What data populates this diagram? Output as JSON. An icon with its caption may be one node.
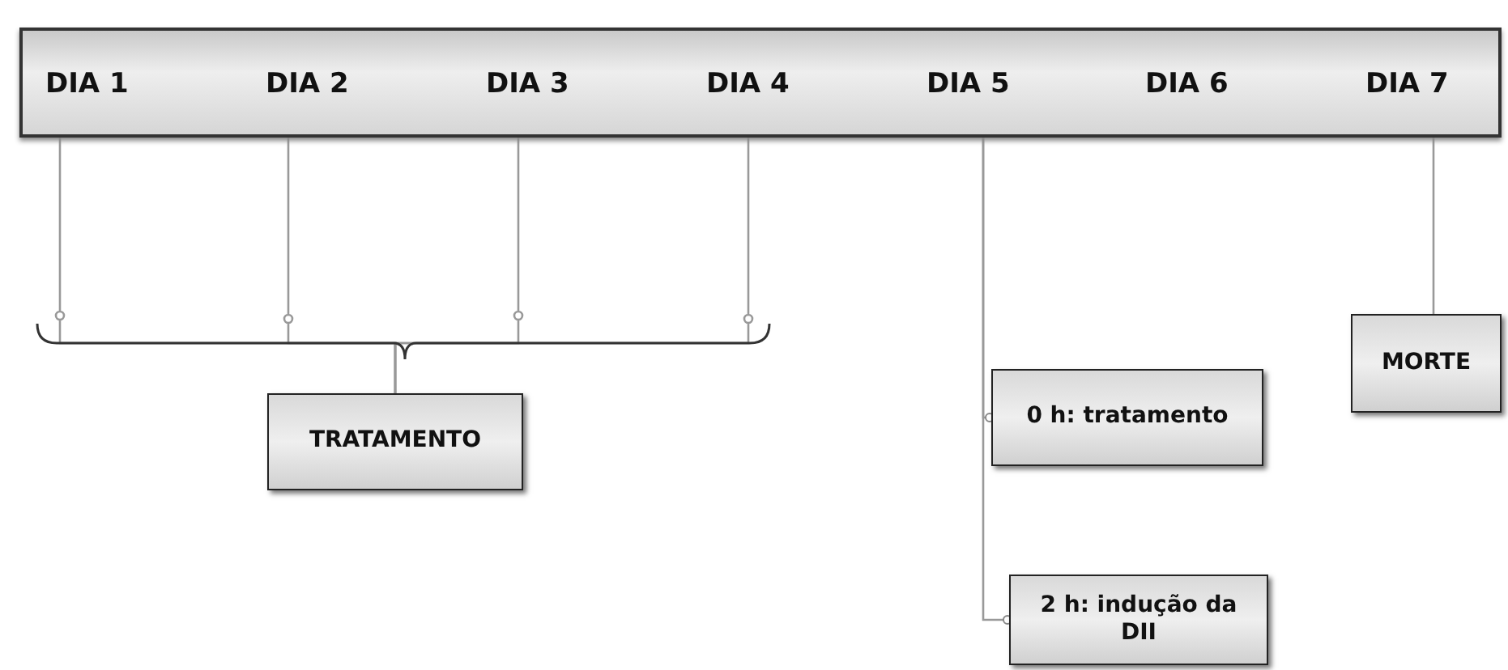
{
  "diagram": {
    "nodes": [
      {
        "text": [],
        "shape": "bar"
      },
      {
        "text": [
          "DIA 1"
        ],
        "in": 0
      },
      {
        "text": [
          "DIA 2"
        ],
        "in": 0
      },
      {
        "text": [
          "DIA 3"
        ],
        "in": 0
      },
      {
        "text": [
          "DIA 4"
        ],
        "in": 0
      },
      {
        "text": [
          "DIA 5"
        ],
        "in": 0
      },
      {
        "text": [
          "DIA 6"
        ],
        "in": 0
      },
      {
        "text": [
          "DIA 7"
        ],
        "in": 0
      },
      {
        "text": [
          "TRATAMENTO"
        ]
      },
      {
        "text": [
          "MORTE"
        ]
      },
      {
        "text": [
          "0 h: tratamento"
        ]
      },
      {
        "text": [
          "2 h: indução da DII"
        ]
      }
    ],
    "edges": [
      {
        "from": 1,
        "to": 8,
        "arrow": "none"
      },
      {
        "from": 2,
        "to": 8,
        "arrow": "none"
      },
      {
        "from": 3,
        "to": 8,
        "arrow": "none"
      },
      {
        "from": 4,
        "to": 8,
        "arrow": "none"
      },
      {
        "from": 5,
        "to": 10,
        "arrow": "other"
      },
      {
        "from": 5,
        "to": 11,
        "arrow": "other"
      },
      {
        "from": 7,
        "to": 9,
        "arrow": "none"
      }
    ]
  }
}
